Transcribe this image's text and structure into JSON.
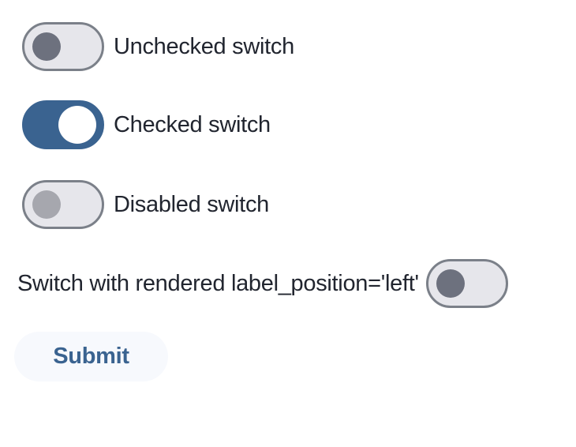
{
  "switches": [
    {
      "label": "Unchecked switch",
      "state": "unchecked",
      "label_position": "right"
    },
    {
      "label": "Checked switch",
      "state": "checked",
      "label_position": "right"
    },
    {
      "label": "Disabled switch",
      "state": "disabled",
      "label_position": "right"
    },
    {
      "label": "Switch with rendered label_position='left'",
      "state": "unchecked",
      "label_position": "left"
    }
  ],
  "button": {
    "label": "Submit"
  },
  "colors": {
    "checked_track": "#3a6390",
    "track_border": "#7b8089",
    "track_fill": "#e6e6eb",
    "thumb_unchecked": "#6d717e",
    "thumb_disabled": "#a6a7ae",
    "thumb_checked": "#ffffff",
    "button_bg": "#f7f9fd",
    "button_text": "#3a6390",
    "label_text": "#21252f",
    "page_bg": "#ffffff"
  }
}
